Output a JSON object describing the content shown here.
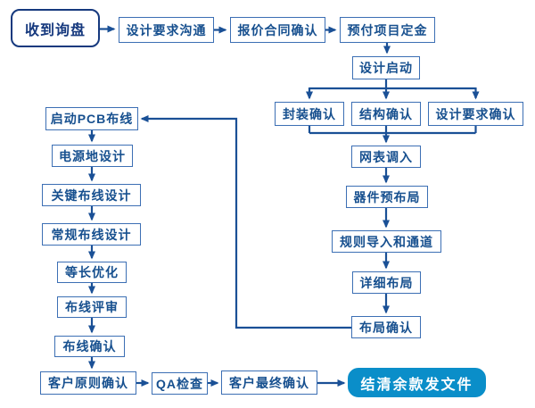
{
  "diagram": {
    "description": "PCB design service process flowchart",
    "colors": {
      "background": "#ffffff",
      "node_border": "#3c6fb4",
      "node_text": "#17508f",
      "start_border": "#16397e",
      "start_text": "#16397e",
      "end_fill": "#0a8ec9",
      "end_text": "#ffffff",
      "connector": "#1a5096"
    },
    "nodes": {
      "start": "收到询盘",
      "design_comm": "设计要求沟通",
      "quote_confirm": "报价合同确认",
      "deposit": "预付项目定金",
      "design_start": "设计启动",
      "package_confirm": "封装确认",
      "structure_confirm": "结构确认",
      "requirement_confirm": "设计要求确认",
      "netlist_import": "网表调入",
      "component_prelayout": "器件预布局",
      "rules_import": "规则导入和通道",
      "detailed_layout": "详细布局",
      "layout_confirm": "布局确认",
      "start_pcb_routing": "启动PCB布线",
      "power_ground_design": "电源地设计",
      "critical_routing": "关键布线设计",
      "general_routing": "常规布线设计",
      "length_tuning": "等长优化",
      "routing_review": "布线评审",
      "routing_confirm": "布线确认",
      "customer_principle_confirm": "客户原则确认",
      "qa_check": "QA检查",
      "customer_final_confirm": "客户最终确认",
      "end": "结清余款发文件"
    }
  }
}
